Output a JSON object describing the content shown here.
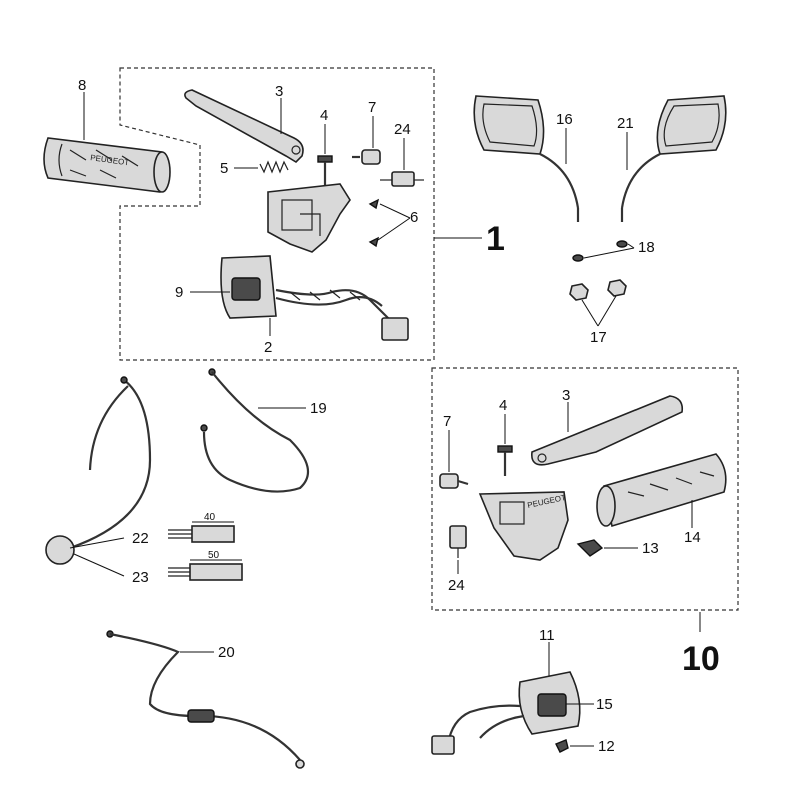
{
  "labels": {
    "p1": "1",
    "p2": "2",
    "p3": "3",
    "p4": "4",
    "p5": "5",
    "p6": "6",
    "p7": "7",
    "p8": "8",
    "p9": "9",
    "p10": "10",
    "p11": "11",
    "p12": "12",
    "p13": "13",
    "p14": "14",
    "p15": "15",
    "p16": "16",
    "p17": "17",
    "p18": "18",
    "p19": "19",
    "p20": "20",
    "p21": "21",
    "p22": "22",
    "p23": "23",
    "p24": "24",
    "p3b": "3",
    "p4b": "4",
    "p7b": "7",
    "p24b": "24"
  },
  "dimensions": {
    "d40": "40",
    "d50": "50"
  },
  "brand": {
    "grip_left": "PEUGEOT",
    "switch_right": "PEUGEOT"
  }
}
